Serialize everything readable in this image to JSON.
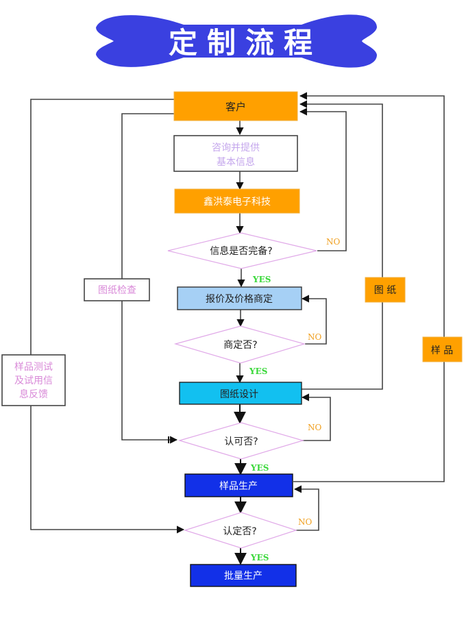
{
  "title": "定制流程",
  "colors": {
    "banner": "#3a40e0",
    "orange": "#ffa000",
    "light_blue": "#a6d0f5",
    "cyan": "#12c0f0",
    "blue": "#1230e8",
    "pink_text": "#d98ad8",
    "lavender_text": "#c4a6ec",
    "diamond_stroke": "#e0a8e8",
    "line": "#444444"
  },
  "nodes": {
    "customer": "客户",
    "consult": [
      "咨询并提供",
      "基本信息"
    ],
    "company": "鑫洪泰电子科技",
    "info_complete": "信息是否完备?",
    "quote": "报价及价格商定",
    "agreed": "商定否?",
    "drawing_design": "图纸设计",
    "approved": "认可否?",
    "sample_production": "样品生产",
    "confirmed": "认定否?",
    "mass_production": "批量生产"
  },
  "side_boxes": {
    "drawing_check": "图纸检查",
    "sample_feedback": [
      "样品测试",
      "及试用信",
      "息反馈"
    ],
    "drawing": "图 纸",
    "sample": "样 品"
  },
  "branch_labels": {
    "yes": "YES",
    "no": "NO"
  }
}
